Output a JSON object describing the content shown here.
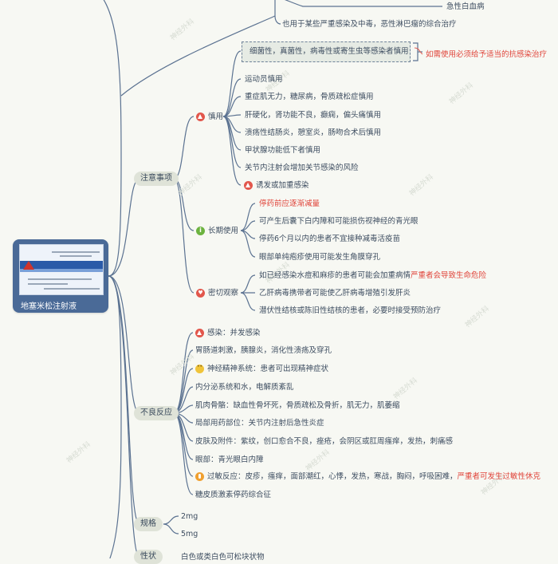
{
  "root": {
    "title": "地塞米松注射液"
  },
  "top": {
    "item1": "急性白血病",
    "item2": "也用于某些严重感染及中毒，恶性淋巴瘤的综合治疗"
  },
  "precautions": {
    "label": "注意事项",
    "caution": {
      "label": "慎用",
      "boxed": "细菌性，真菌性，病毒性或寄生虫等感染者慎用",
      "boxed_note": "如需使用必须给予适当的抗感染治疗",
      "items": [
        "运动员慎用",
        "重症肌无力，糖尿病，骨质疏松症慎用",
        "肝硬化，肾功能不良，癫痫，偏头痛慎用",
        "溃疡性结肠炎，憩室炎，肠吻合术后慎用",
        "甲状腺功能低下者慎用",
        "关节内注射会增加关节感染的风险"
      ],
      "last": "诱发或加重感染"
    },
    "longterm": {
      "label": "长期使用",
      "items": [
        "停药前应逐渐减量",
        "可产生后囊下白内障和可能损伤视神经的青光眼",
        "停药6个月以内的患者不宜接种减毒活疫苗",
        "眼部单纯疱疹使用可能发生角膜穿孔"
      ]
    },
    "monitor": {
      "label": "密切观察",
      "item1": "如已经感染水痘和麻疹的患者可能会加重病情",
      "item1_red": "严重者会导致生命危险",
      "item2": "乙肝病毒携带者可能使乙肝病毒增殖引发肝炎",
      "item3": "潜伏性结核或陈旧性结核的患者，必要时接受预防治疗"
    }
  },
  "adverse": {
    "label": "不良反应",
    "items": [
      "感染：并发感染",
      "胃肠道刺激，胰腺炎，消化性溃疡及穿孔",
      "神经精神系统：患者可出现精神症状",
      "内分泌系统和水，电解质紊乱",
      "肌肉骨骼：缺血性骨坏死，骨质疏松及骨折，肌无力，肌萎缩",
      "局部用药部位：关节内注射后急性炎症",
      "皮肤及附件：紫纹，创口愈合不良，痤疮，会阴区或肛周瘙痒，发热，刺痛感",
      "眼部：青光眼白内障"
    ],
    "allergy": "过敏反应：皮疹，瘙痒，面部潮红，心悸，发热，寒战，胸闷，呼吸困难，",
    "allergy_red": "严重者可发生过敏性休克",
    "last": "糖皮质激素停药综合征"
  },
  "specs": {
    "label": "规格",
    "items": [
      "2mg",
      "5mg"
    ]
  },
  "properties": {
    "label": "性状",
    "item": "白色或类白色可松块状物"
  },
  "watermark": "神经外科",
  "colors": {
    "line": "#5b7291",
    "root": "#4a6a97",
    "pill": "#dfe3d8",
    "accent_red": "#e0443a",
    "note_red": "#e25b50"
  }
}
